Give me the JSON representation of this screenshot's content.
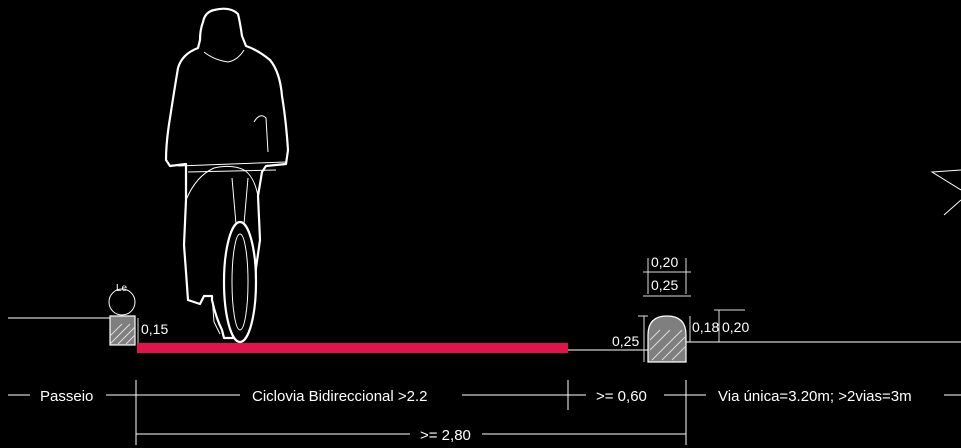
{
  "labels": {
    "le": "Le",
    "dim_015": "0,15",
    "dim_020_top": "0,20",
    "dim_025_top": "0,25",
    "dim_025_left": "0,25",
    "dim_018": "0,18",
    "dim_020_right": "0,20",
    "passeio": "Passeio",
    "ciclovia": "Ciclovia Bidireccional >2.2",
    "separador": ">= 0,60",
    "via": "Via única=3.20m; >2vias=3m",
    "total": ">= 2,80"
  },
  "colors": {
    "background": "#000000",
    "lines": "#ffffff",
    "cycle_lane": "#e0134a",
    "hatch": "#7f7f7f"
  }
}
